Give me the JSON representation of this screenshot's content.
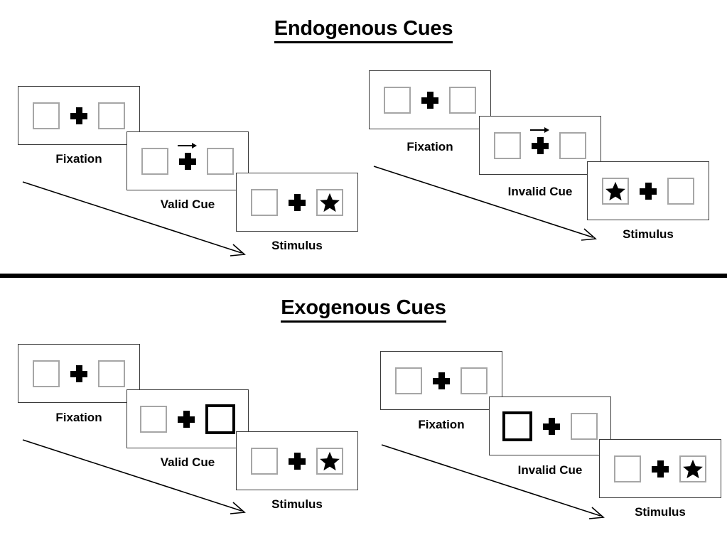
{
  "sections": [
    {
      "id": "endogenous",
      "title": "Endogenous Cues",
      "panels": [
        {
          "id": "endogenous-valid",
          "condition": "valid",
          "steps": [
            {
              "label": "Fixation",
              "cue": "none",
              "left_box": "empty",
              "right_box": "empty"
            },
            {
              "label": "Valid Cue",
              "cue": "arrow-right",
              "left_box": "empty",
              "right_box": "empty"
            },
            {
              "label": "Stimulus",
              "cue": "none",
              "left_box": "empty",
              "right_box": "star"
            }
          ]
        },
        {
          "id": "endogenous-invalid",
          "condition": "invalid",
          "steps": [
            {
              "label": "Fixation",
              "cue": "none",
              "left_box": "empty",
              "right_box": "empty"
            },
            {
              "label": "Invalid Cue",
              "cue": "arrow-right",
              "left_box": "empty",
              "right_box": "empty"
            },
            {
              "label": "Stimulus",
              "cue": "none",
              "left_box": "star",
              "right_box": "empty"
            }
          ]
        }
      ]
    },
    {
      "id": "exogenous",
      "title": "Exogenous Cues",
      "panels": [
        {
          "id": "exogenous-valid",
          "condition": "valid",
          "steps": [
            {
              "label": "Fixation",
              "cue": "none",
              "left_box": "empty",
              "right_box": "empty"
            },
            {
              "label": "Valid Cue",
              "cue": "box-highlight-right",
              "left_box": "empty",
              "right_box": "cued"
            },
            {
              "label": "Stimulus",
              "cue": "none",
              "left_box": "empty",
              "right_box": "star"
            }
          ]
        },
        {
          "id": "exogenous-invalid",
          "condition": "invalid",
          "steps": [
            {
              "label": "Fixation",
              "cue": "none",
              "left_box": "empty",
              "right_box": "empty"
            },
            {
              "label": "Invalid Cue",
              "cue": "box-highlight-left",
              "left_box": "cued",
              "right_box": "empty"
            },
            {
              "label": "Stimulus",
              "cue": "none",
              "left_box": "empty",
              "right_box": "star"
            }
          ]
        }
      ]
    }
  ],
  "icons": {
    "plus": "fixation-cross-icon",
    "arrow": "cue-arrow-right-icon",
    "star": "star-target-icon",
    "sequence_arrow": "sequence-flow-arrow-icon"
  },
  "colors": {
    "stroke": "#000000",
    "frame_border": "#3a3a3a",
    "box_border": "#a6a6a6",
    "box_border_cued": "#000000",
    "background": "#ffffff"
  }
}
